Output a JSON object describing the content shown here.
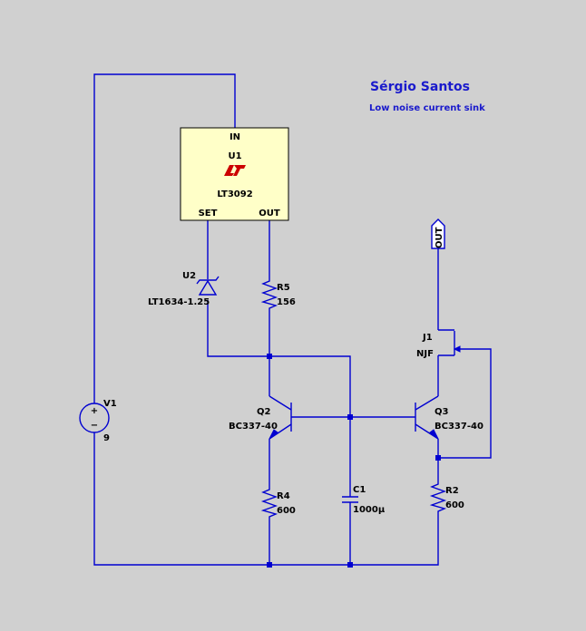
{
  "header": {
    "author": "Sérgio Santos",
    "subtitle": "Low noise current sink"
  },
  "colors": {
    "background": "#d0d0d0",
    "wire": "#0000d0",
    "ic_fill": "#ffffc8",
    "logo": "#cc0000"
  },
  "u1": {
    "pin_in": "IN",
    "name": "U1",
    "part": "LT3092",
    "pin_set": "SET",
    "pin_out": "OUT"
  },
  "u2": {
    "name": "U2",
    "part": "LT1634-1.25"
  },
  "r5": {
    "name": "R5",
    "value": "156"
  },
  "q2": {
    "name": "Q2",
    "part": "BC337-40"
  },
  "q3": {
    "name": "Q3",
    "part": "BC337-40"
  },
  "r4": {
    "name": "R4",
    "value": "600"
  },
  "r2": {
    "name": "R2",
    "value": "600"
  },
  "c1": {
    "name": "C1",
    "value": "1000µ"
  },
  "v1": {
    "name": "V1",
    "value": "9",
    "plus": "+",
    "minus": "−"
  },
  "j1": {
    "name": "J1",
    "part": "NJF"
  },
  "out_port": {
    "label": "OUT"
  }
}
